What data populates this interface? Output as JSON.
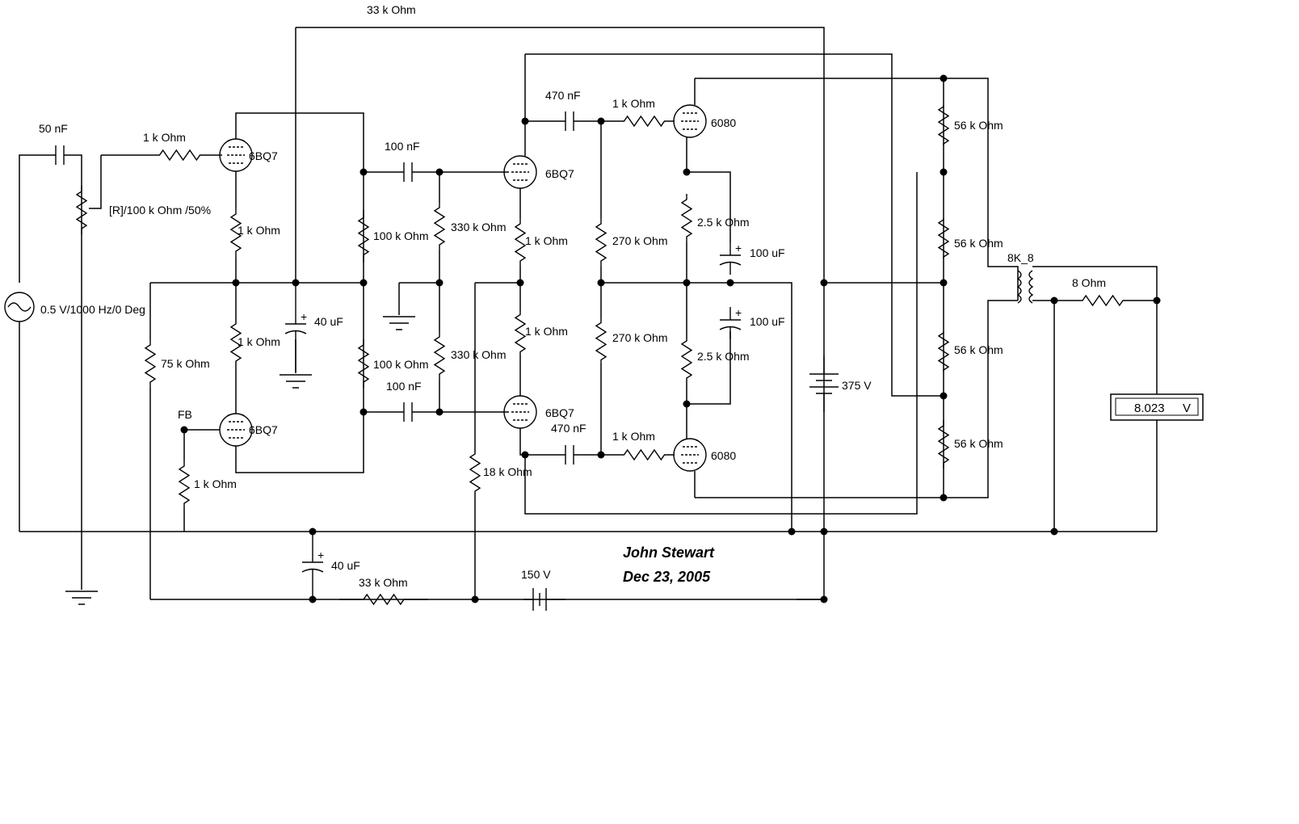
{
  "components": {
    "r_fb_top": "33 k Ohm",
    "c_in": "50 nF",
    "r_grid1": "1 k Ohm",
    "pot": "[R]/100 k Ohm /50%",
    "source": "0.5 V/1000 Hz/0 Deg",
    "r_k1": "1 k Ohm",
    "r_k2": "1 k Ohm",
    "r_75k": "75 k Ohm",
    "fb_label": "FB",
    "r_fb_grid": "1 k Ohm",
    "c_40u_top": "40 uF",
    "c_100n_top": "100 nF",
    "c_100n_bot": "100 nF",
    "r_100k_top": "100 k Ohm",
    "r_100k_bot": "100 k Ohm",
    "r_330k_top": "330 k Ohm",
    "r_330k_bot": "330 k Ohm",
    "r_pi_k1": "1 k Ohm",
    "r_pi_k2": "1 k Ohm",
    "r_18k": "18 k Ohm",
    "c_470n_top": "470 nF",
    "c_470n_bot": "470 nF",
    "r_g_top": "1 k Ohm",
    "r_g_bot": "1 k Ohm",
    "r_270k_top": "270 k Ohm",
    "r_270k_bot": "270 k Ohm",
    "r_2k5_top": "2.5 k Ohm",
    "r_2k5_bot": "2.5 k Ohm",
    "c_100u_top": "100 uF",
    "c_100u_bot": "100 uF",
    "tube_v1a": "6BQ7",
    "tube_v1b": "6BQ7",
    "tube_v2a": "6BQ7",
    "tube_v2b": "6BQ7",
    "tube_v3": "6080",
    "tube_v4": "6080",
    "batt_375": "375 V",
    "r_56k_1": "56 k Ohm",
    "r_56k_2": "56 k Ohm",
    "r_56k_3": "56 k Ohm",
    "r_56k_4": "56 k Ohm",
    "transformer": "8K_8",
    "r_load": "8  Ohm",
    "c_40u_bot": "40 uF",
    "r_33k_bot": "33 k Ohm",
    "batt_150": "150 V",
    "meter_value": "8.023",
    "meter_unit": "V"
  },
  "author": {
    "name": "John Stewart",
    "date": "Dec 23, 2005"
  }
}
